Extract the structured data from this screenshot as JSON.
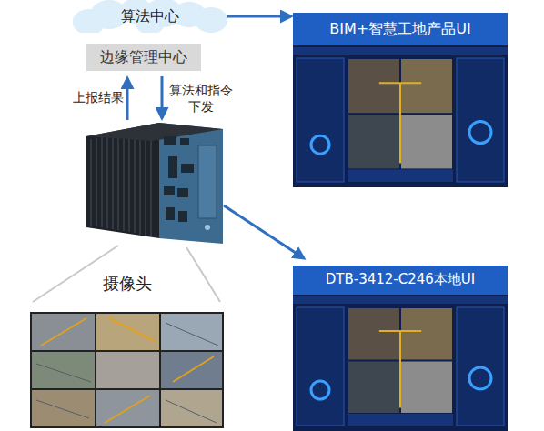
{
  "diagram": {
    "nodes": [
      {
        "text": [
          "算法中心"
        ]
      },
      {
        "text": [
          "边缘管理中心"
        ]
      },
      {
        "text": [
          "BIM+智慧工地产品UI"
        ]
      },
      {
        "text": [
          "DTB-3412-C246本地UI"
        ]
      }
    ],
    "edges": [
      {
        "from": 0,
        "to": 2,
        "arrow": "to"
      }
    ],
    "labels": [
      "上报结果",
      "算法和指令下发",
      "摄像头"
    ]
  }
}
